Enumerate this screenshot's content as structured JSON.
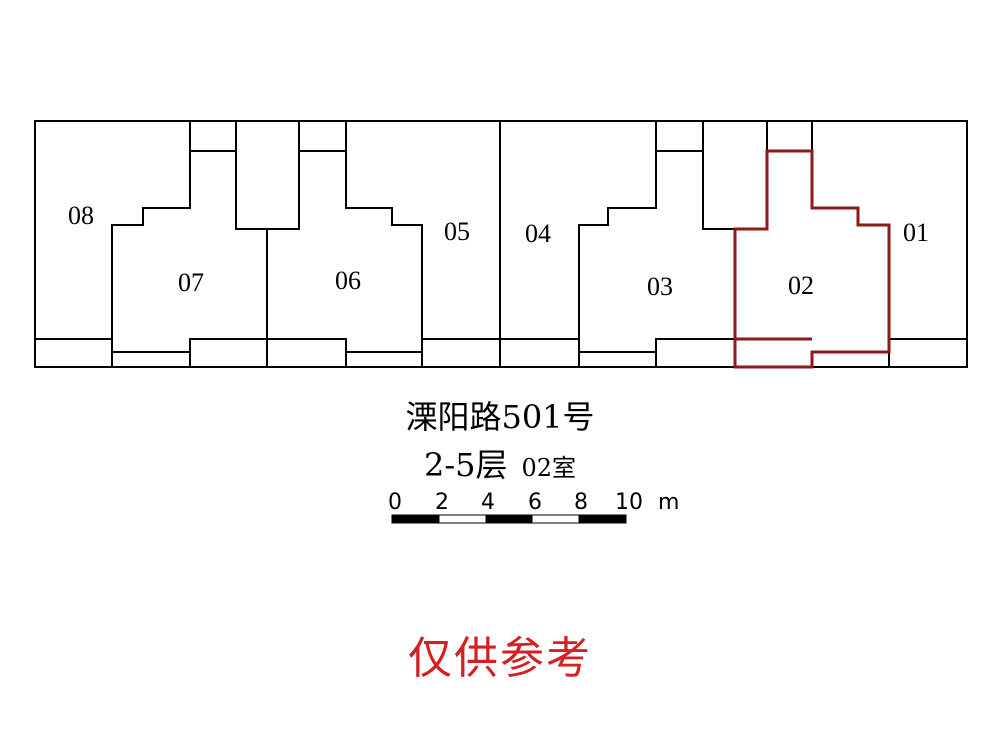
{
  "units": [
    {
      "id": "08",
      "label": "08"
    },
    {
      "id": "07",
      "label": "07"
    },
    {
      "id": "06",
      "label": "06"
    },
    {
      "id": "05",
      "label": "05"
    },
    {
      "id": "04",
      "label": "04"
    },
    {
      "id": "03",
      "label": "03"
    },
    {
      "id": "02",
      "label": "02",
      "highlighted": true
    },
    {
      "id": "01",
      "label": "01"
    }
  ],
  "title": {
    "address": "溧阳路501号",
    "floors": "2-5层",
    "room": "02室"
  },
  "scale_bar": {
    "ticks": [
      "0",
      "2",
      "4",
      "6",
      "8",
      "10"
    ],
    "unit": "m"
  },
  "watermark": "仅供参考",
  "colors": {
    "highlight": "#8b1a1a",
    "watermark": "#d42020",
    "line": "#000000"
  }
}
